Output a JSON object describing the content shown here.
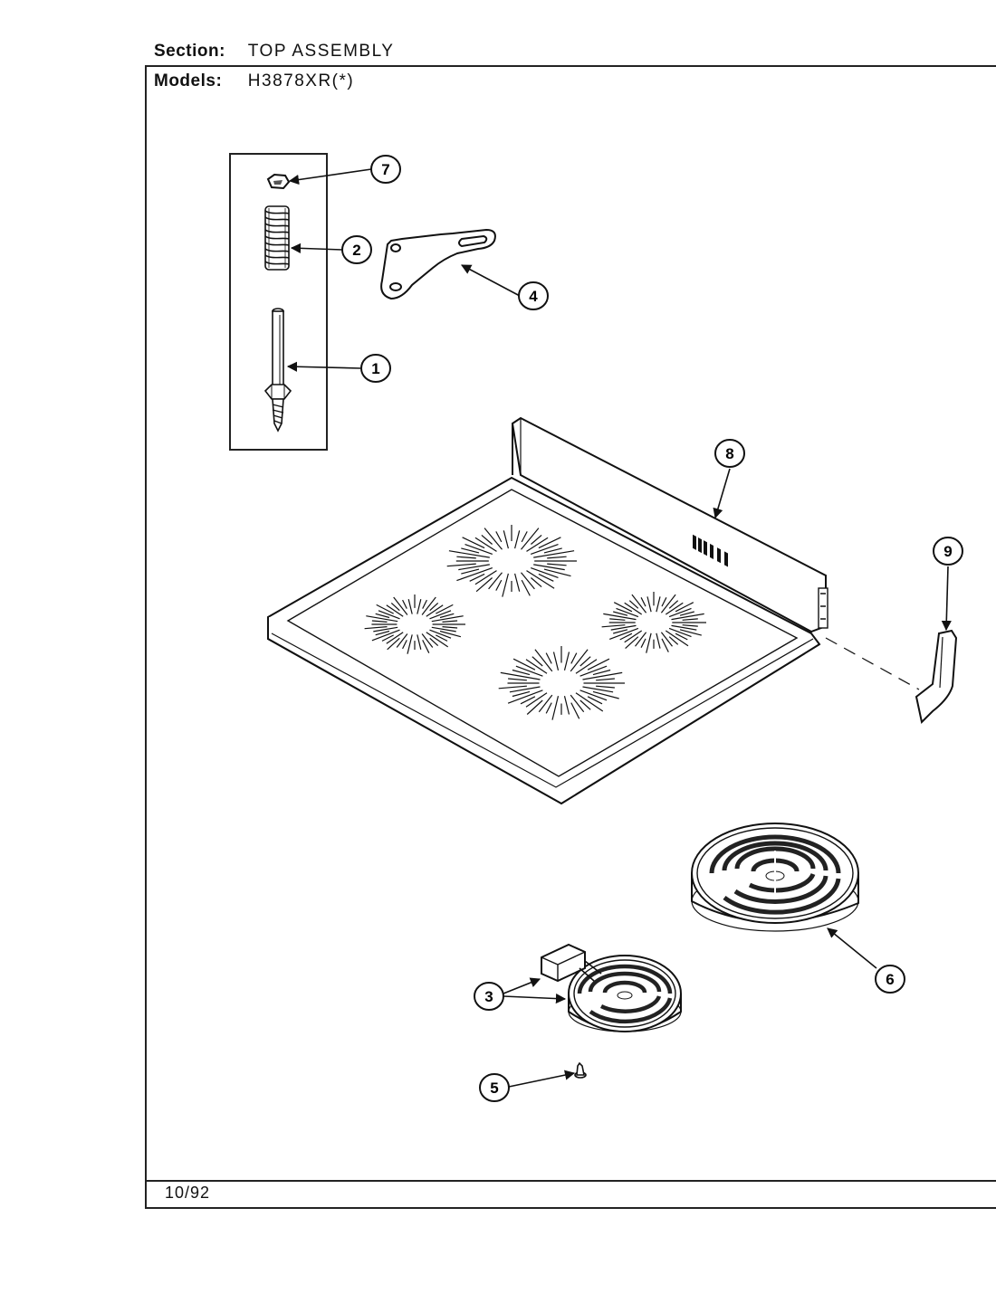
{
  "header": {
    "section_label": "Section:",
    "section_value": "TOP ASSEMBLY",
    "models_label": "Models:",
    "models_value": "H3878XR(*)"
  },
  "footer": {
    "date": "10/92"
  },
  "callouts": [
    "1",
    "2",
    "3",
    "4",
    "5",
    "6",
    "7",
    "8",
    "9"
  ],
  "parts": {
    "1": "stud-with-nut",
    "2": "spring",
    "3": "small-surface-element-with-terminal-block",
    "4": "bracket",
    "5": "screw",
    "6": "large-surface-element",
    "7": "clip",
    "8": "cooktop-main-top",
    "9": "trim-end-cap"
  }
}
